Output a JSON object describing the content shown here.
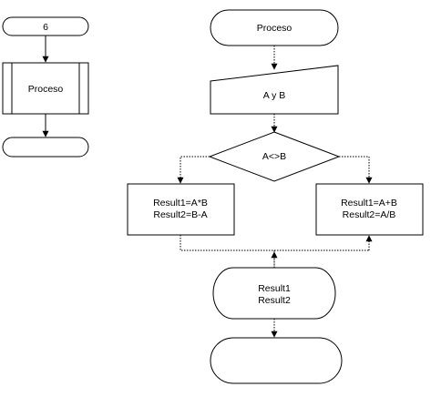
{
  "left_flow": {
    "connector_label": "6",
    "process_label": "Proceso",
    "end_label": ""
  },
  "main_flow": {
    "start_label": "Proceso",
    "input_label": "A y B",
    "decision_label": "A<>B",
    "left_branch": {
      "line1": "Result1=A*B",
      "line2": "Result2=B-A"
    },
    "right_branch": {
      "line1": "Result1=A+B",
      "line2": "Result2=A/B"
    },
    "display": {
      "line1": "Result1",
      "line2": "Result2"
    },
    "end_label": ""
  }
}
